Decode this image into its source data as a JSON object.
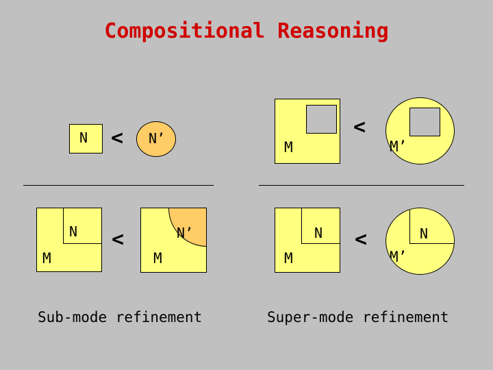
{
  "title": "Compositional Reasoning",
  "refines_symbol": "<",
  "sub_mode": {
    "top_left_label": "N",
    "top_right_label": "N’",
    "bottom_left_inner_label": "N",
    "bottom_left_outer_label": "M",
    "bottom_right_inner_label": "N’",
    "bottom_right_outer_label": "M",
    "caption": "Sub-mode refinement"
  },
  "super_mode": {
    "top_left_label": "M",
    "top_right_label": "M’",
    "bottom_left_inner_label": "N",
    "bottom_left_outer_label": "M",
    "bottom_right_inner_label": "N",
    "bottom_right_outer_label": "M’",
    "caption": "Super-mode refinement"
  },
  "colors": {
    "background": "#c0c0c0",
    "title": "#d00000",
    "yellow": "#ffff80",
    "orange": "#ffcc66",
    "grey": "#c0c0c0"
  }
}
